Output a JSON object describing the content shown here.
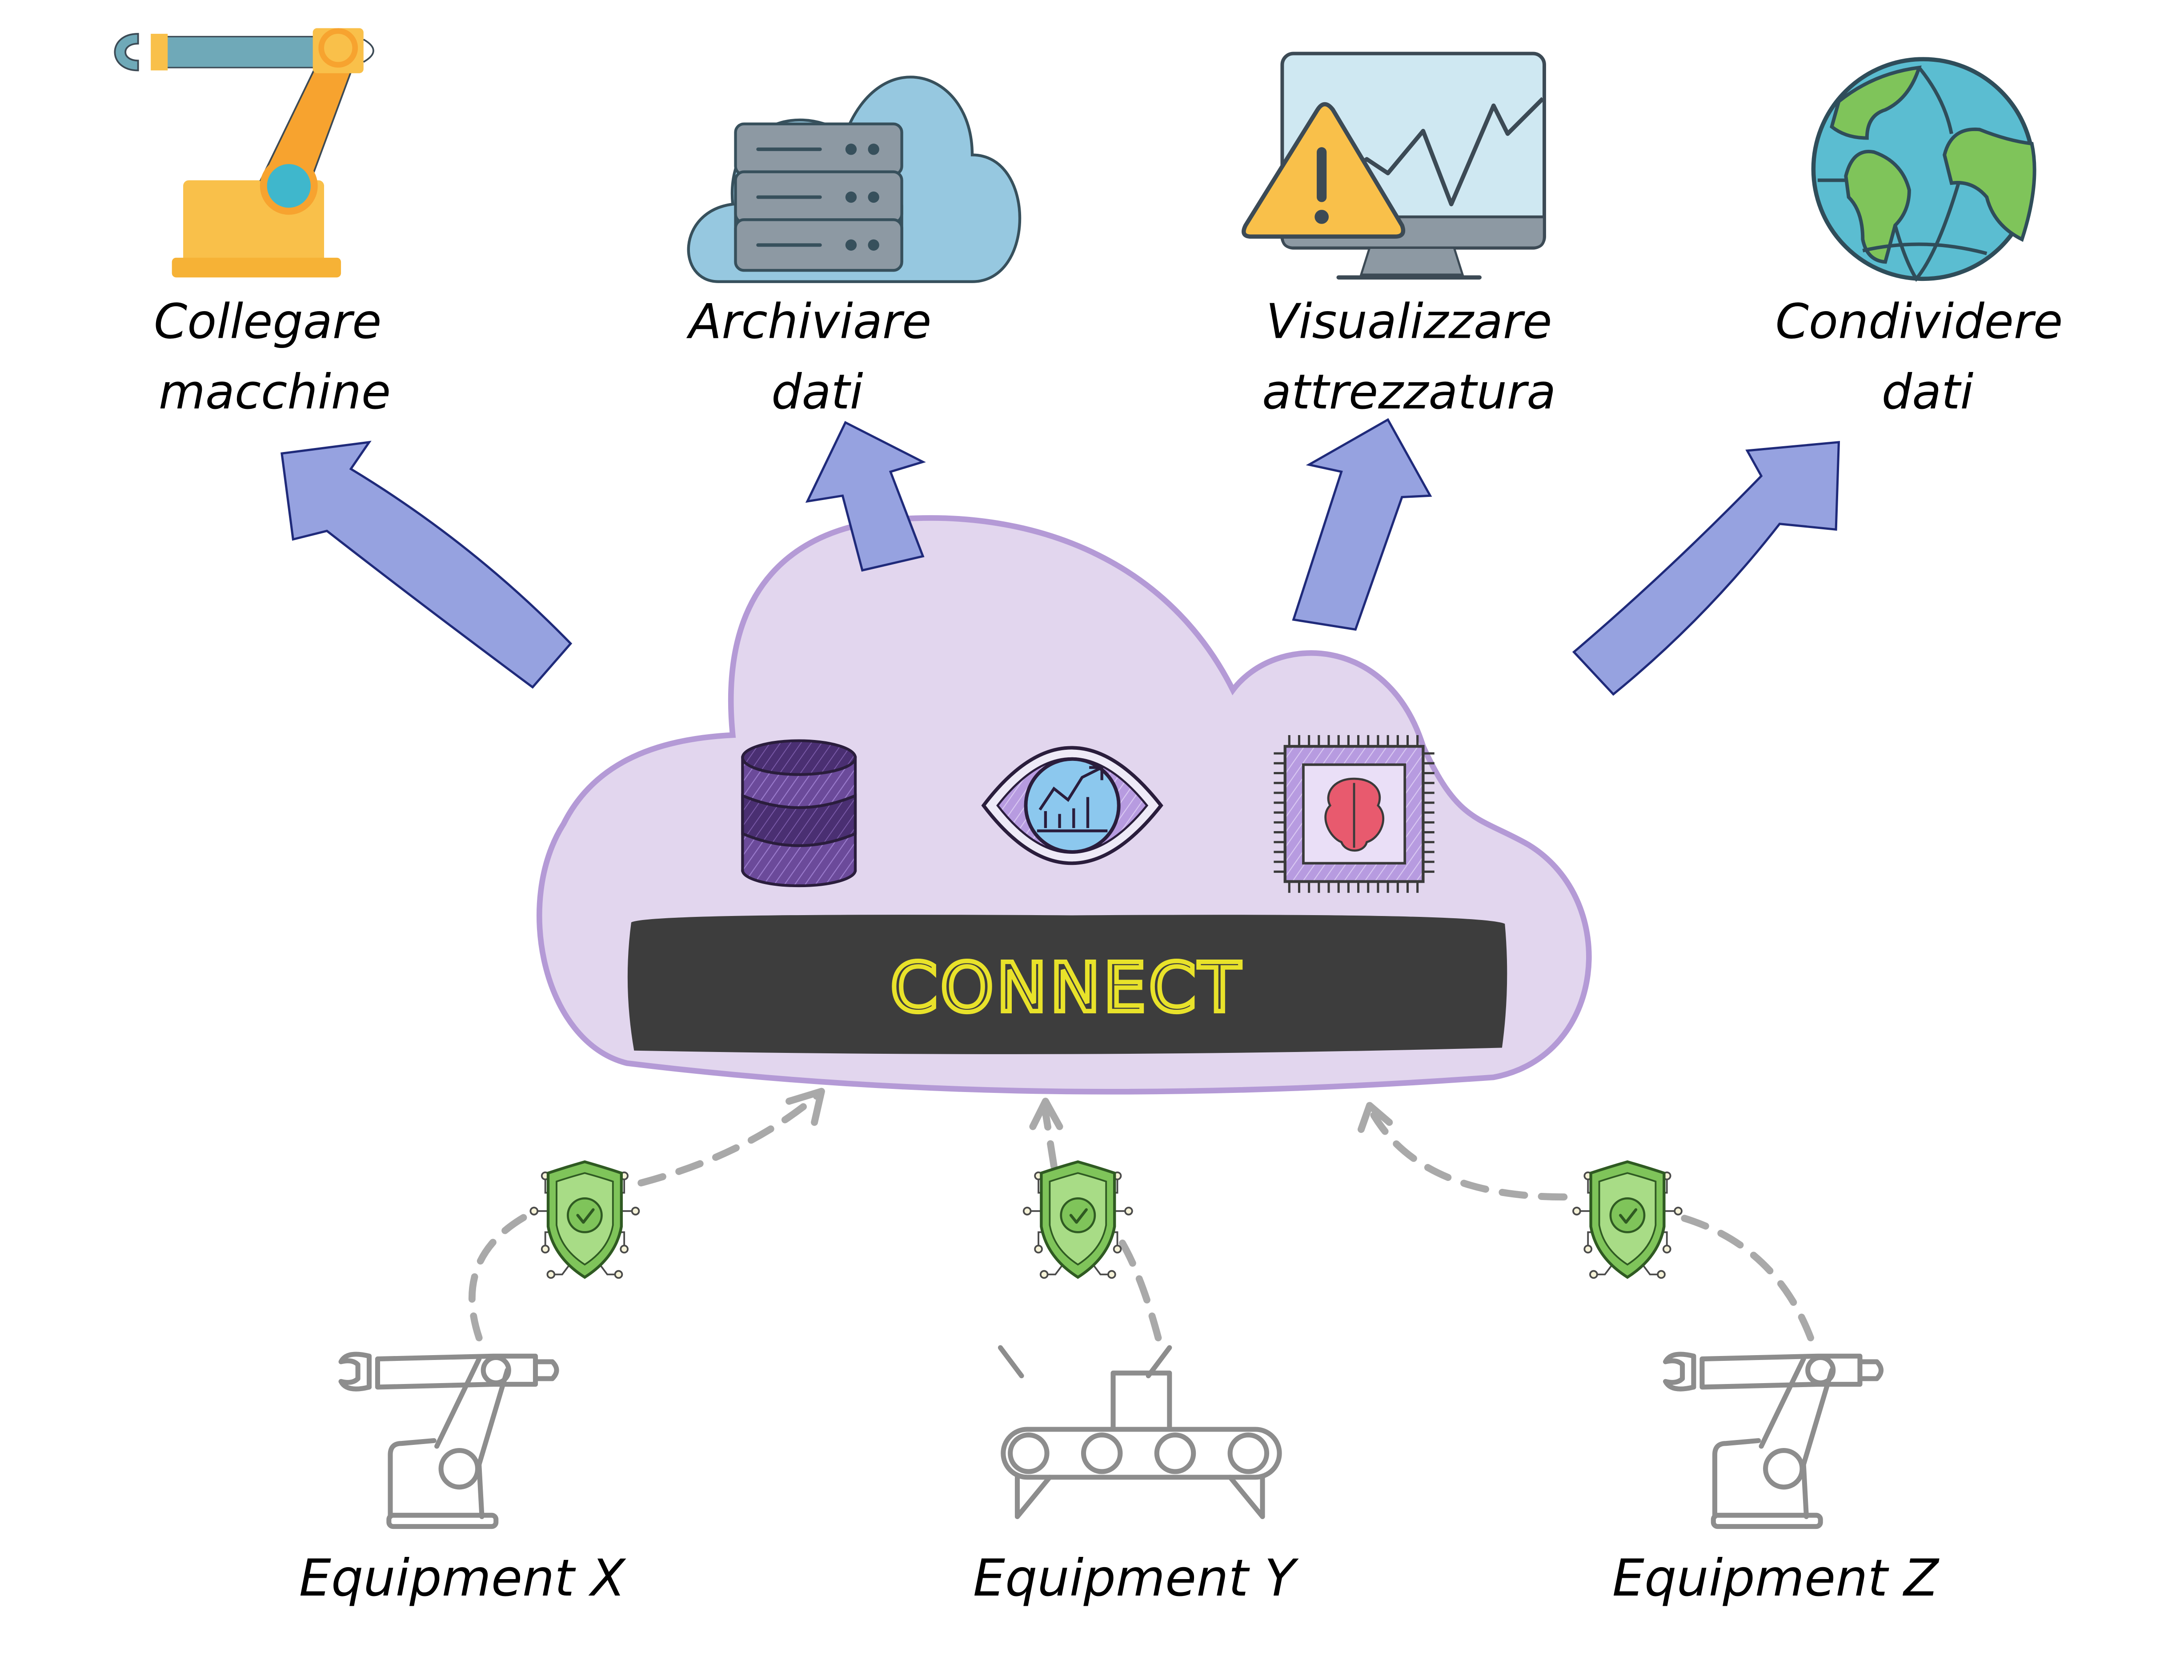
{
  "diagram": {
    "outputs": [
      {
        "id": "connect-machines",
        "icon": "robot-arm-icon",
        "line1": "Collegare",
        "line2": "macchine"
      },
      {
        "id": "archive-data",
        "icon": "cloud-server-icon",
        "line1": "Archiviare",
        "line2": "dati"
      },
      {
        "id": "visualize-equipment",
        "icon": "monitor-warning-icon",
        "line1": "Visualizzare",
        "line2": "attrezzatura"
      },
      {
        "id": "share-data",
        "icon": "globe-icon",
        "line1": "Condividere",
        "line2": "dati"
      }
    ],
    "platform": {
      "name": "CONNECT",
      "icons": [
        "database-icon",
        "analytics-eye-icon",
        "ai-chip-brain-icon"
      ]
    },
    "security": {
      "icon": "shield-check-icon",
      "count": 3
    },
    "equipment": [
      {
        "id": "equipment-x",
        "icon": "robot-arm-outline-icon",
        "label": "Equipment X"
      },
      {
        "id": "equipment-y",
        "icon": "conveyor-belt-icon",
        "label": "Equipment Y"
      },
      {
        "id": "equipment-z",
        "icon": "robot-arm-outline-icon",
        "label": "Equipment Z"
      }
    ],
    "colors": {
      "cloud_fill": "#e2d6ee",
      "cloud_stroke": "#b49ad6",
      "arrow_fill": "#96a2e0",
      "arrow_stroke": "#1f2a7a",
      "connect_bar": "#3d3d3d",
      "connect_text": "#e8e22a",
      "shield_green": "#7fc45a",
      "dashed_line": "#a9a9a9"
    }
  }
}
